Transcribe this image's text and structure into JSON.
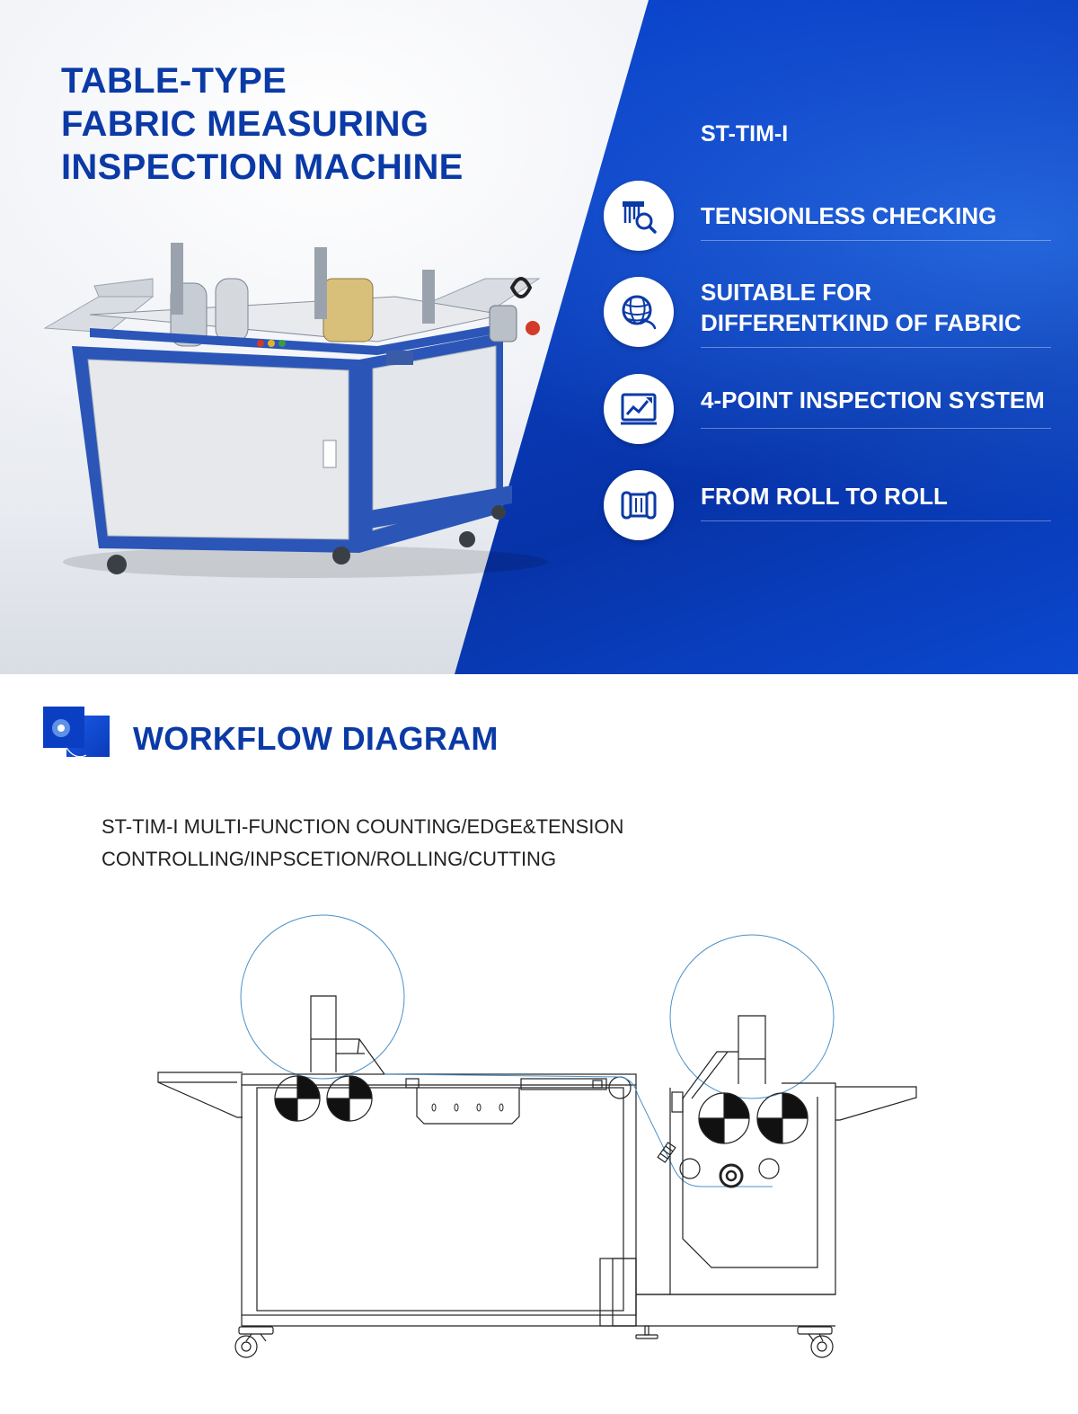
{
  "hero": {
    "title_lines": [
      "TABLE-TYPE",
      "FABRIC MEASURING",
      "INSPECTION MACHINE"
    ],
    "model": "ST-TIM-I",
    "features": [
      {
        "icon": "fabric-inspect-icon",
        "lines": [
          "TENSIONLESS CHECKING"
        ]
      },
      {
        "icon": "yarn-ball-icon",
        "lines": [
          "SUITABLE FOR",
          "DIFFERENTKIND OF FABRIC"
        ]
      },
      {
        "icon": "chart-trend-icon",
        "lines": [
          "4-POINT INSPECTION SYSTEM"
        ]
      },
      {
        "icon": "roll-to-roll-icon",
        "lines": [
          "FROM ROLL TO ROLL"
        ]
      }
    ]
  },
  "workflow": {
    "title": "WORKFLOW DIAGRAM",
    "description_lines": [
      "ST-TIM-I MULTI-FUNCTION COUNTING/EDGE&TENSION",
      "CONTROLLING/INPSCETION/ROLLING/CUTTING"
    ]
  },
  "colors": {
    "brand_blue": "#0b3aa6",
    "panel_blue": "#0a3fc4",
    "fabric_line": "#4a90c8"
  }
}
